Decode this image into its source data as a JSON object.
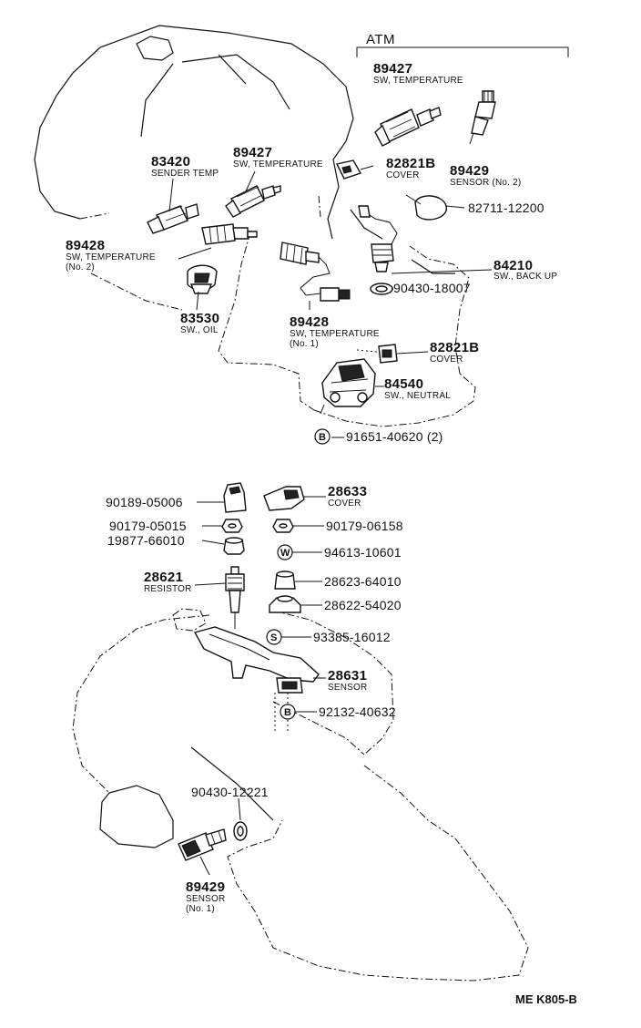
{
  "group_label": "ATM",
  "callouts": [
    {
      "id": "89427-atm",
      "part": "89427",
      "desc": "SW, TEMPERATURE"
    },
    {
      "id": "89429-no2",
      "part": "89429",
      "desc": "SENSOR (No. 2)"
    },
    {
      "id": "82821b-upper",
      "part": "82821B",
      "desc": "COVER"
    },
    {
      "id": "83420",
      "part": "83420",
      "desc": "SENDER TEMP"
    },
    {
      "id": "89427",
      "part": "89427",
      "desc": "SW, TEMPERATURE"
    },
    {
      "id": "82711",
      "part": "82711-12200",
      "desc": ""
    },
    {
      "id": "89428-no2",
      "part": "89428",
      "desc": "SW, TEMPERATURE",
      "desc2": "(No. 2)"
    },
    {
      "id": "84210",
      "part": "84210",
      "desc": "SW., BACK UP"
    },
    {
      "id": "90430-18007",
      "part": "90430-18007",
      "desc": ""
    },
    {
      "id": "83530",
      "part": "83530",
      "desc": "SW., OIL"
    },
    {
      "id": "89428-no1",
      "part": "89428",
      "desc": "SW, TEMPERATURE",
      "desc2": "(No. 1)"
    },
    {
      "id": "82821b-lower",
      "part": "82821B",
      "desc": "COVER"
    },
    {
      "id": "84540",
      "part": "84540",
      "desc": "SW., NEUTRAL"
    },
    {
      "id": "91651",
      "part": "91651-40620 (2)",
      "desc": ""
    },
    {
      "id": "90189",
      "part": "90189-05006",
      "desc": ""
    },
    {
      "id": "28633",
      "part": "28633",
      "desc": "COVER"
    },
    {
      "id": "90179-05015",
      "part": "90179-05015",
      "desc": ""
    },
    {
      "id": "90179-06158",
      "part": "90179-06158",
      "desc": ""
    },
    {
      "id": "19877",
      "part": "19877-66010",
      "desc": ""
    },
    {
      "id": "94613",
      "part": "94613-10601",
      "desc": ""
    },
    {
      "id": "28621",
      "part": "28621",
      "desc": "RESISTOR"
    },
    {
      "id": "28623",
      "part": "28623-64010",
      "desc": ""
    },
    {
      "id": "28622",
      "part": "28622-54020",
      "desc": ""
    },
    {
      "id": "93385",
      "part": "93385-16012",
      "desc": ""
    },
    {
      "id": "28631",
      "part": "28631",
      "desc": "SENSOR"
    },
    {
      "id": "92132",
      "part": "92132-40632",
      "desc": ""
    },
    {
      "id": "90430-12221",
      "part": "90430-12221",
      "desc": ""
    },
    {
      "id": "89429-no1",
      "part": "89429",
      "desc": "SENSOR",
      "desc2": "(No. 1)"
    }
  ],
  "fastener_marks": {
    "b": "B",
    "w": "W",
    "s": "S"
  },
  "drawing_ref": "ME K805-B"
}
